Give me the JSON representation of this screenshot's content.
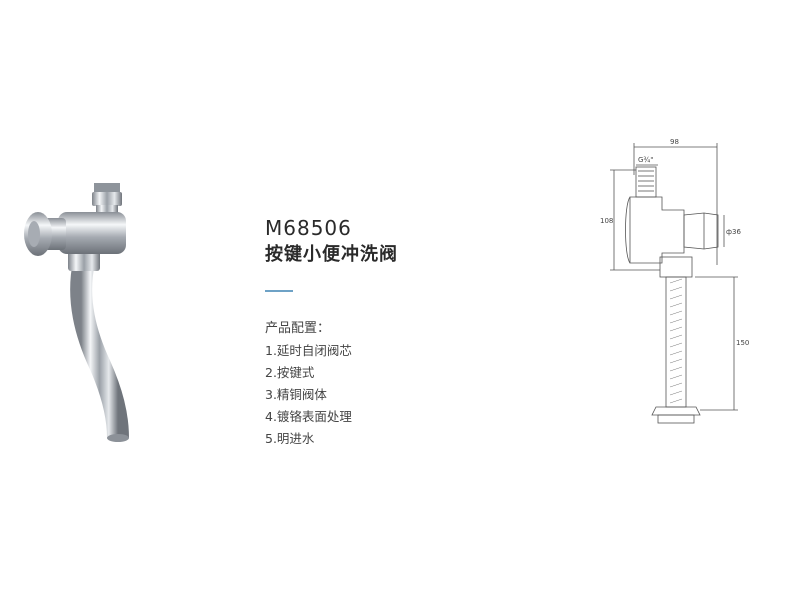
{
  "product": {
    "model": "M68506",
    "name": "按键小便冲洗阀"
  },
  "config": {
    "title": "产品配置：",
    "items": [
      "1.延时自闭阀芯",
      "2.按键式",
      "3.精铜阀体",
      "4.镀铬表面处理",
      "5.明进水"
    ]
  },
  "drawing": {
    "dim_width": "98",
    "dim_thread": "G¾\"",
    "dim_height_top": "108",
    "dim_diameter": "ф36",
    "dim_pipe_length": "150"
  },
  "colors": {
    "accent": "#6ea2c6",
    "chrome": "#c8ccd2"
  }
}
